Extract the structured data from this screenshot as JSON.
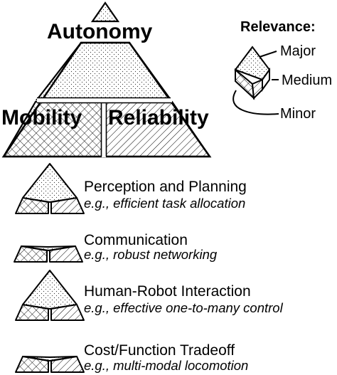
{
  "main_figure": {
    "top_label": "Autonomy",
    "left_label": "Mobility",
    "right_label": "Reliability"
  },
  "legend": {
    "title": "Relevance:",
    "levels": [
      "Major",
      "Medium",
      "Minor"
    ]
  },
  "categories": [
    {
      "title": "Perception and Planning",
      "example": "e.g., efficient task allocation",
      "relevance": {
        "Autonomy": "Major",
        "Mobility": "Major",
        "Reliability": "Minor"
      }
    },
    {
      "title": "Communication",
      "example": "e.g., robust networking",
      "relevance": {
        "Autonomy": "Minor",
        "Mobility": "Medium",
        "Reliability": "Major"
      }
    },
    {
      "title": "Human-Robot Interaction",
      "example": "e.g., effective one-to-many control",
      "relevance": {
        "Autonomy": "Major",
        "Mobility": "Minor",
        "Reliability": "Medium"
      }
    },
    {
      "title": "Cost/Function Tradeoff",
      "example": "e.g., multi-modal locomotion",
      "relevance": {
        "Autonomy": "Minor",
        "Mobility": "Medium",
        "Reliability": "Medium"
      }
    }
  ]
}
